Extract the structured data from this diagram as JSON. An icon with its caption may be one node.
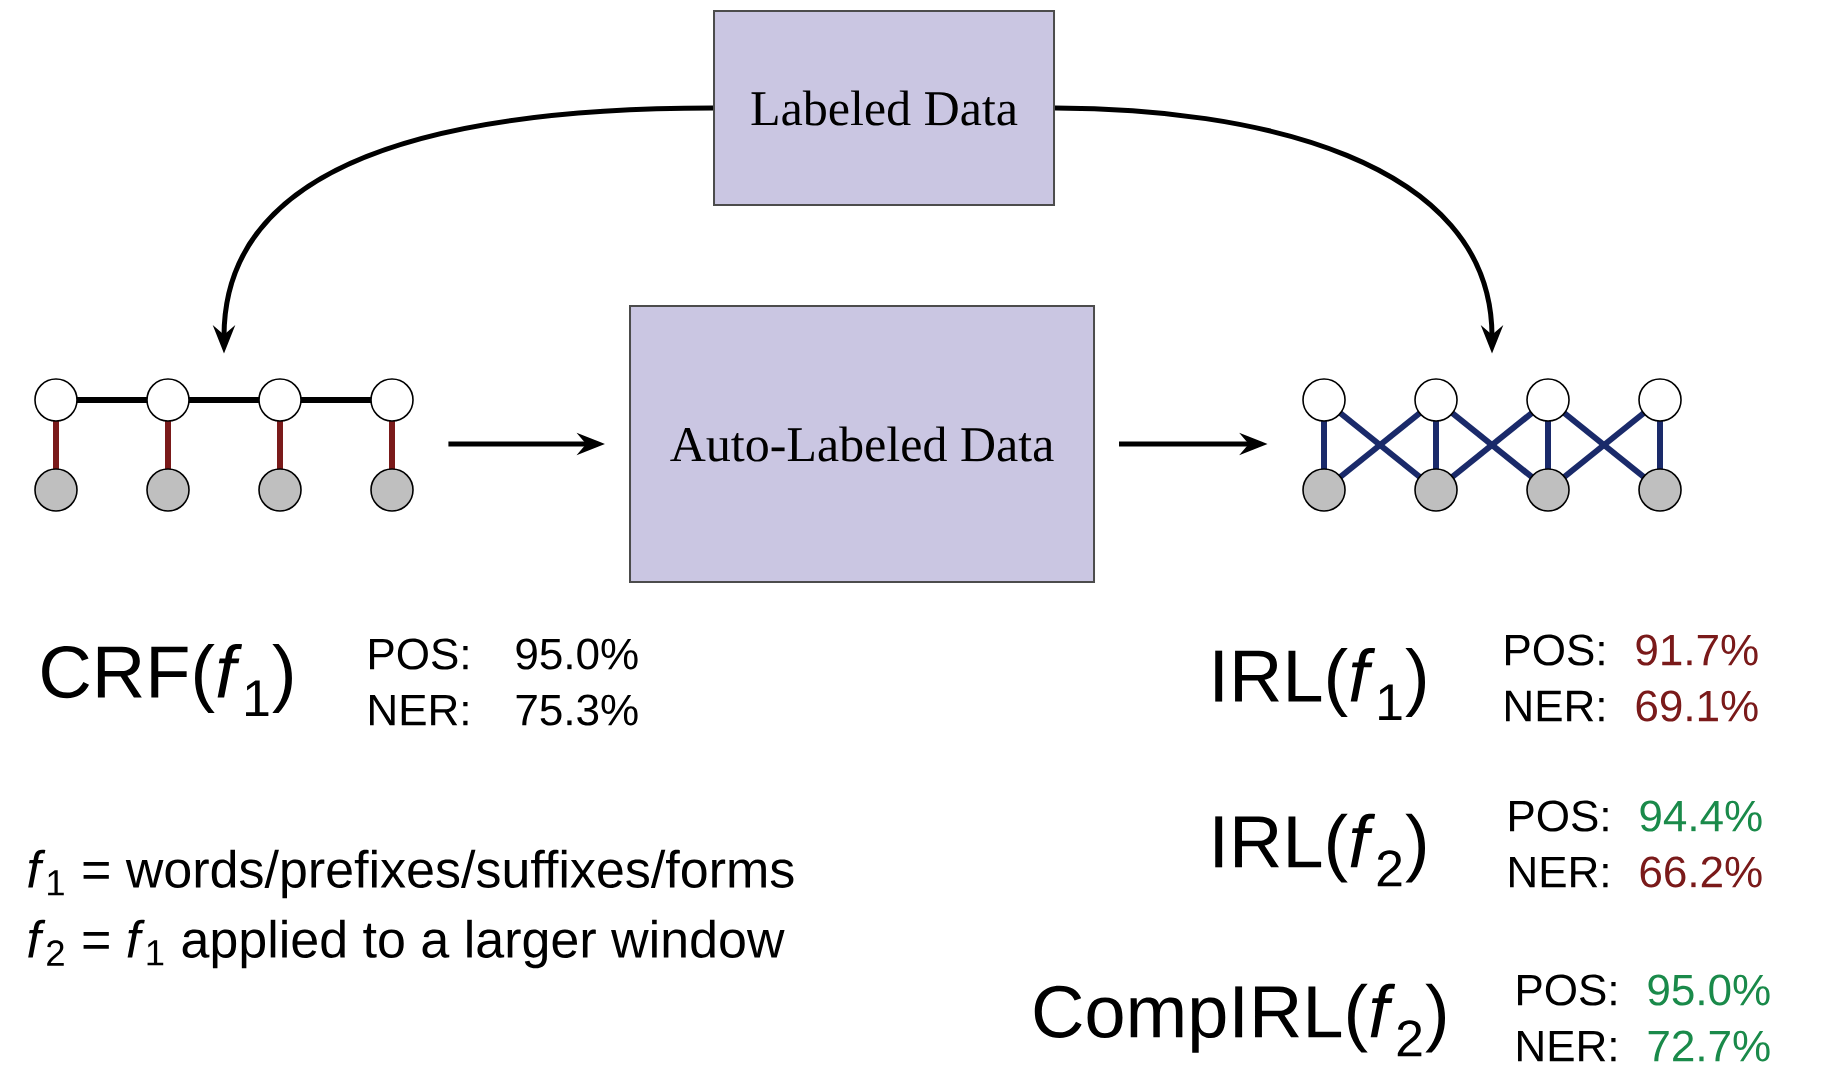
{
  "diagram": {
    "nodes": [
      {
        "text": [
          "Labeled Data"
        ]
      },
      {
        "text": [],
        "shape": "picture"
      },
      {
        "text": [
          "Auto-Labeled Data"
        ]
      },
      {
        "text": [],
        "shape": "picture"
      }
    ],
    "edges": [
      {
        "from": 0,
        "to": 1,
        "arrow": "to"
      },
      {
        "from": 0,
        "to": 3,
        "arrow": "to"
      },
      {
        "from": 1,
        "to": 2,
        "arrow": "to"
      },
      {
        "from": 2,
        "to": 3,
        "arrow": "to"
      }
    ],
    "labels": [
      "CRF(*f*$_{1}$)",
      "POS:",
      "95.0%",
      "NER:",
      "75.3%",
      "IRL(*f*$_{1}$)",
      "POS:",
      "91.7%",
      "NER:",
      "69.1%",
      "IRL(*f*$_{2}$)",
      "POS:",
      "94.4%",
      "NER:",
      "66.2%",
      "CompIRL(*f*$_{2}$)",
      "POS:",
      "95.0%",
      "NER:",
      "72.7%",
      "*f*$_{1}$ = words/prefixes/suffixes/forms",
      "*f*$_{2}$ = *f*$_{1}$ applied to a larger window"
    ]
  }
}
